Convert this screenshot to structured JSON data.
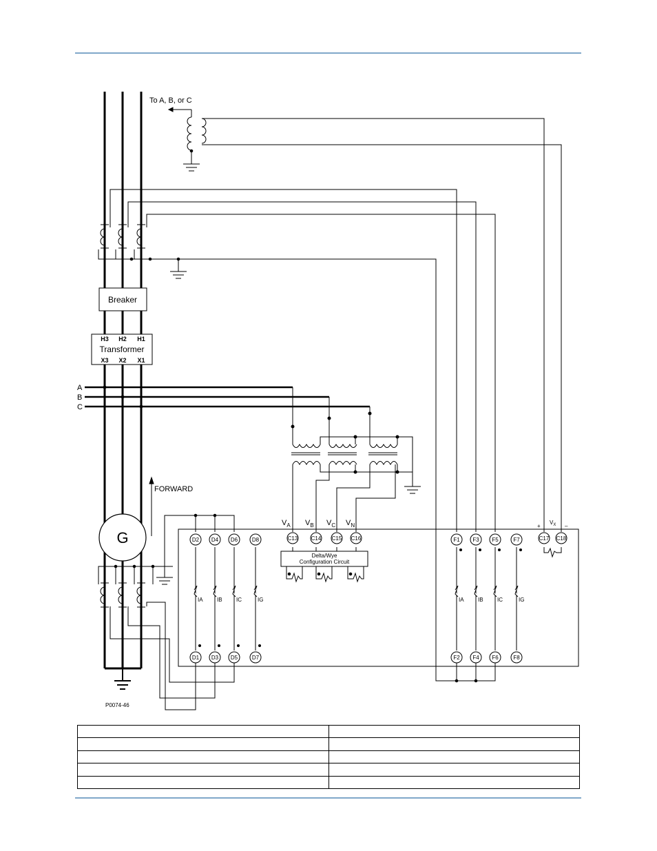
{
  "diagram": {
    "pt_label": "To A, B, or C",
    "breaker": "Breaker",
    "transformer": {
      "name": "Transformer",
      "high": [
        "H3",
        "H2",
        "H1"
      ],
      "low": [
        "X3",
        "X2",
        "X1"
      ]
    },
    "bus_labels": [
      "A",
      "B",
      "C"
    ],
    "forward": "FORWARD",
    "generator": "G",
    "voltage_labels": [
      {
        "main": "V",
        "sub": "A"
      },
      {
        "main": "V",
        "sub": "B"
      },
      {
        "main": "V",
        "sub": "C"
      },
      {
        "main": "V",
        "sub": "N"
      }
    ],
    "vx_label": {
      "main": "V",
      "sub": "X"
    },
    "vx_plus": "+",
    "vx_minus": "–",
    "config_circuit": [
      "Delta/Wye",
      "Configuration Circuit"
    ],
    "terminals": {
      "d_top": [
        "D2",
        "D4",
        "D6",
        "D8"
      ],
      "d_bottom": [
        "D1",
        "D3",
        "D5",
        "D7"
      ],
      "c_volt": [
        "C13",
        "C14",
        "C15",
        "C16"
      ],
      "f_top": [
        "F1",
        "F3",
        "F5",
        "F7"
      ],
      "f_bottom": [
        "F2",
        "F4",
        "F6",
        "F8"
      ],
      "c_vx": [
        "C17",
        "C18"
      ]
    },
    "current_labels": [
      "IA",
      "IB",
      "IC",
      "IG"
    ],
    "figure_id": "P0074-46"
  },
  "table": {
    "rows": [
      [
        "",
        ""
      ],
      [
        "",
        ""
      ],
      [
        "",
        ""
      ],
      [
        "",
        ""
      ],
      [
        "",
        ""
      ]
    ]
  }
}
